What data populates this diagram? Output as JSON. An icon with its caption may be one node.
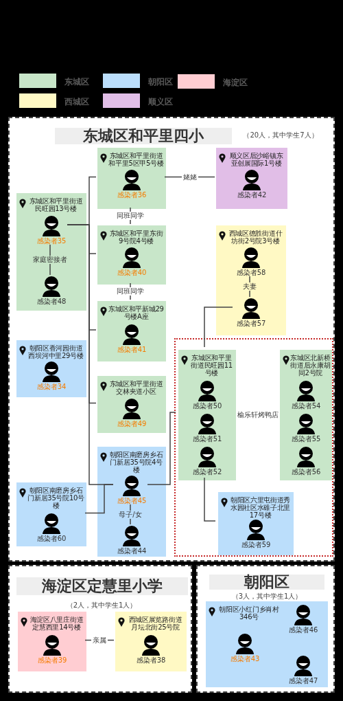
{
  "diagram": {
    "nodes": [
      {
        "text": [
          "东城区和平里四小",
          "（20人，其中学生7人）"
        ]
      },
      {
        "in": 0,
        "text": [
          "东城区和平里街道和平里5区甲5号楼"
        ]
      },
      {
        "in": 1,
        "text": [
          "感染者36"
        ]
      },
      {
        "in": 0,
        "text": [
          "顺义区后沙峪镇东亚创展国际1号楼"
        ]
      },
      {
        "in": 3,
        "text": [
          "感染者42"
        ]
      },
      {
        "in": 0,
        "text": [
          "东城区和平里街道民旺园13号楼"
        ]
      },
      {
        "in": 5,
        "text": [
          "感染者35"
        ]
      },
      {
        "in": 5,
        "text": [
          "感染者48"
        ]
      },
      {
        "in": 0,
        "text": [
          "东城区和平里东街9号院4号楼"
        ]
      },
      {
        "in": 8,
        "text": [
          "感染者40"
        ]
      },
      {
        "in": 0,
        "text": [
          "西城区德胜街道什坊街2号院3号楼"
        ]
      },
      {
        "in": 10,
        "text": [
          "感染者58"
        ]
      },
      {
        "in": 10,
        "text": [
          "感染者57"
        ]
      },
      {
        "in": 0,
        "text": [
          "东城区和平新城29号楼A座"
        ]
      },
      {
        "in": 13,
        "text": [
          "感染者41"
        ]
      },
      {
        "in": 0,
        "text": [
          "榆乐轩烤鸭店"
        ]
      },
      {
        "in": 15,
        "text": [
          "东城区和平里街道民旺园11号楼"
        ]
      },
      {
        "in": 16,
        "text": [
          "感染者50"
        ]
      },
      {
        "in": 16,
        "text": [
          "感染者51"
        ]
      },
      {
        "in": 16,
        "text": [
          "感染者52"
        ]
      },
      {
        "in": 15,
        "text": [
          "东城区北新桥街道后永康胡同2号院"
        ]
      },
      {
        "in": 20,
        "text": [
          "感染者54"
        ]
      },
      {
        "in": 20,
        "text": [
          "感染者55"
        ]
      },
      {
        "in": 20,
        "text": [
          "感染者56"
        ]
      },
      {
        "in": 0,
        "text": [
          "朝阳区香河园街道西坝河中里29号楼"
        ]
      },
      {
        "in": 24,
        "text": [
          "感染者34"
        ]
      },
      {
        "in": 0,
        "text": [
          "东城区和平里街道交林夹道小区"
        ]
      },
      {
        "in": 26,
        "text": [
          "感染者49"
        ]
      },
      {
        "in": 0,
        "text": [
          "朝阳区南磨房乡石门新居35号院4号楼"
        ]
      },
      {
        "in": 28,
        "text": [
          "感染者45"
        ]
      },
      {
        "in": 28,
        "text": [
          "感染者44"
        ]
      },
      {
        "in": 0,
        "text": [
          "朝阳区南磨房乡石门新居35号院10号楼"
        ]
      },
      {
        "in": 31,
        "text": [
          "感染者60"
        ]
      },
      {
        "in": 15,
        "text": [
          "朝阳区六里屯街道秀水园社区水碓子北里17号楼"
        ]
      },
      {
        "in": 33,
        "text": [
          "感染者59"
        ]
      },
      {
        "text": [
          "海淀区定慧里小学",
          "（2人，其中学生1人）"
        ]
      },
      {
        "in": 35,
        "text": [
          "海淀区八里庄街道定慧西里14号楼"
        ]
      },
      {
        "in": 36,
        "text": [
          "感染者39"
        ]
      },
      {
        "in": 35,
        "text": [
          "西城区展览路街道月坛北街25号院"
        ]
      },
      {
        "in": 38,
        "text": [
          "感染者38"
        ]
      },
      {
        "text": [
          "朝阳区",
          "（3人，其中学生1人）"
        ]
      },
      {
        "in": 40,
        "text": [
          "朝阳区小红门乡肖村346号"
        ]
      },
      {
        "in": 41,
        "text": [
          "感染者46"
        ]
      },
      {
        "in": 41,
        "text": [
          "感染者43"
        ]
      },
      {
        "in": 41,
        "text": [
          "感染者47"
        ]
      }
    ],
    "edges": [
      {
        "from": 6,
        "to": 1,
        "arrow": "none"
      },
      {
        "from": 6,
        "to": 8,
        "arrow": "none"
      },
      {
        "from": 6,
        "to": 13,
        "arrow": "none"
      },
      {
        "from": 6,
        "to": 26,
        "arrow": "none"
      },
      {
        "from": 6,
        "to": 29,
        "arrow": "none"
      },
      {
        "from": 1,
        "to": 3,
        "arrow": "none",
        "label": "姥姥"
      },
      {
        "from": 1,
        "to": 8,
        "arrow": "none",
        "label": "同班同学"
      },
      {
        "from": 8,
        "to": 13,
        "arrow": "none",
        "label": "同班同学"
      },
      {
        "from": 6,
        "to": 7,
        "arrow": "none",
        "label": "家庭密接者"
      },
      {
        "from": 11,
        "to": 12,
        "arrow": "none",
        "label": "夫妻"
      },
      {
        "from": 12,
        "to": 16,
        "arrow": "none"
      },
      {
        "from": 31,
        "to": 29,
        "arrow": "none"
      },
      {
        "from": 29,
        "to": 30,
        "arrow": "none",
        "label": "母子/女"
      },
      {
        "from": 29,
        "to": 16,
        "arrow": "none"
      },
      {
        "from": 16,
        "to": 33,
        "arrow": "none"
      },
      {
        "from": 36,
        "to": 38,
        "arrow": "none",
        "label": "亲属"
      }
    ],
    "legend": [
      {
        "text": "东城区",
        "color": "#c8e6c9"
      },
      {
        "text": "朝阳区",
        "color": "#bbdefb"
      },
      {
        "text": "海淀区",
        "color": "#ffcdd2"
      },
      {
        "text": "西城区",
        "color": "#fff9c4"
      },
      {
        "text": "顺义区",
        "color": "#e1bee7"
      }
    ]
  }
}
